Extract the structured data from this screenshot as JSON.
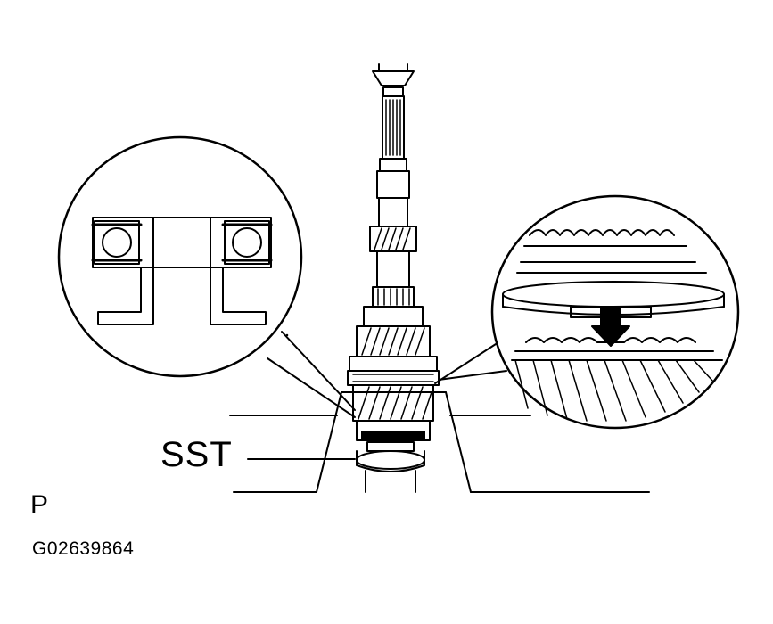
{
  "labels": {
    "sst": "SST",
    "view": "P",
    "figure_code": "G02639864"
  },
  "colors": {
    "ink": "#000000",
    "paper": "#ffffff"
  }
}
